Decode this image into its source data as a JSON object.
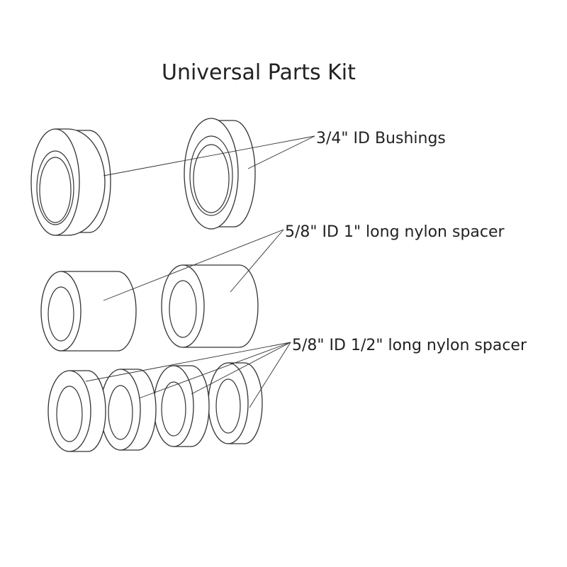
{
  "diagram": {
    "title": "Universal Parts Kit",
    "labels": {
      "bushings": "3/4\" ID Bushings",
      "long_spacer": "5/8\" ID 1\" long nylon spacer",
      "short_spacer": "5/8\" ID 1/2\" long nylon spacer"
    },
    "colors": {
      "line": "#333333",
      "text": "#222222",
      "background": "#ffffff"
    }
  }
}
